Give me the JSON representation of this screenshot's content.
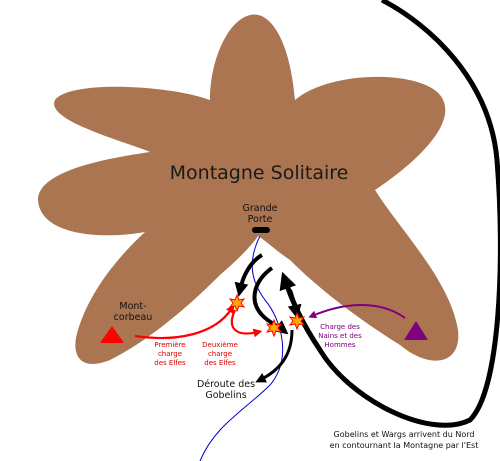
{
  "map": {
    "mountain_label": "Montagne Solitaire",
    "gate_label_line1": "Grande",
    "gate_label_line2": "Porte",
    "city_label_line1": "Mont-",
    "city_label_line2": "corbeau",
    "first_charge_line1": "Première",
    "first_charge_line2": "charge",
    "first_charge_line3": "des Elfes",
    "second_charge_line1": "Deuxième",
    "second_charge_line2": "charge",
    "second_charge_line3": "des Elfes",
    "dwarves_charge_line1": "Charge des",
    "dwarves_charge_line2": "Nains et des",
    "dwarves_charge_line3": "Hommes",
    "rout_line1": "Déroute des",
    "rout_line2": "Gobelins",
    "goblins_arrive_line1": "Gobelins et Wargs arrivent du Nord",
    "goblins_arrive_line2": "en contournant la Montagne par l'Est"
  },
  "colors": {
    "mountain": "#ab7551",
    "elves": "#ff0000",
    "dwarves_men": "#800080",
    "goblins": "#000000",
    "river": "#0000cc",
    "label_red": "#dd0000",
    "label_purple": "#800080"
  },
  "icons": {
    "elves_camp": "red-triangle-icon",
    "dwarves_camp": "purple-triangle-icon",
    "battle": "explosion-star-icon",
    "gate": "gate-icon"
  }
}
